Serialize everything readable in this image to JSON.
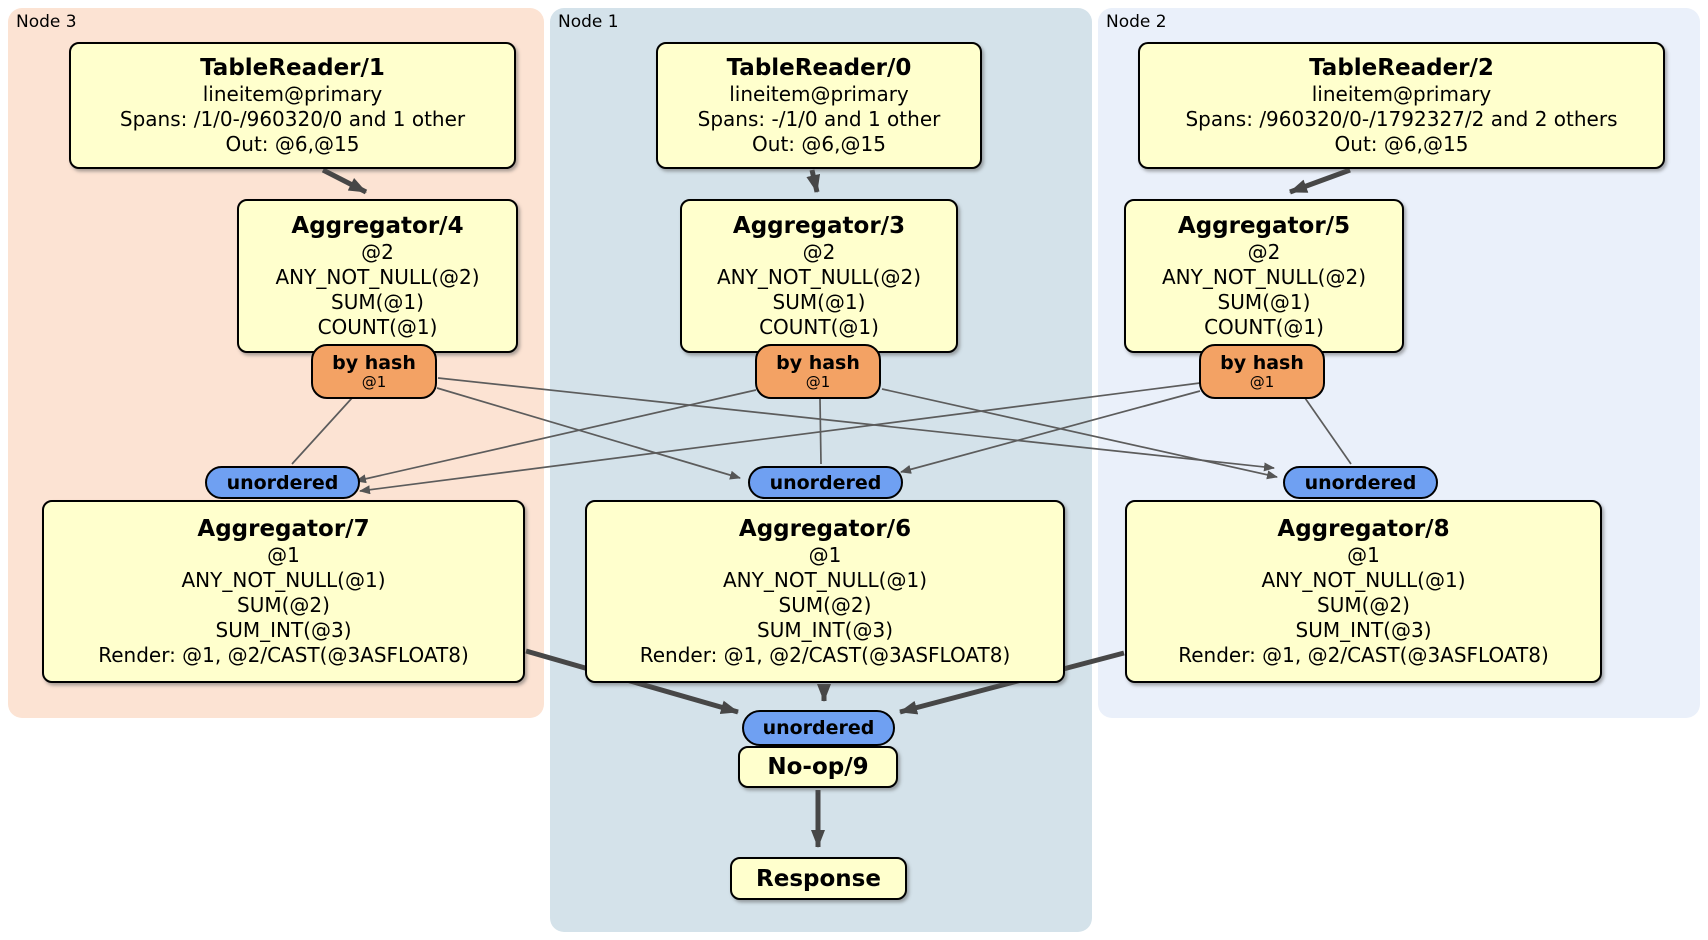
{
  "diagram": {
    "regions": {
      "node3": {
        "label": "Node 3",
        "color": "#fce3d3"
      },
      "node1": {
        "label": "Node 1",
        "color": "#d4e2ea"
      },
      "node2": {
        "label": "Node 2",
        "color": "#eaf0fa"
      }
    },
    "processors": {
      "tablereader1": {
        "title": "TableReader/1",
        "details": [
          "lineitem@primary",
          "Spans: /1/0-/960320/0 and 1 other",
          "Out: @6,@15"
        ]
      },
      "tablereader0": {
        "title": "TableReader/0",
        "details": [
          "lineitem@primary",
          "Spans: -/1/0 and 1 other",
          "Out: @6,@15"
        ]
      },
      "tablereader2": {
        "title": "TableReader/2",
        "details": [
          "lineitem@primary",
          "Spans: /960320/0-/1792327/2 and 2 others",
          "Out: @6,@15"
        ]
      },
      "aggregator4": {
        "title": "Aggregator/4",
        "details": [
          "@2",
          "ANY_NOT_NULL(@2)",
          "SUM(@1)",
          "COUNT(@1)"
        ]
      },
      "aggregator3": {
        "title": "Aggregator/3",
        "details": [
          "@2",
          "ANY_NOT_NULL(@2)",
          "SUM(@1)",
          "COUNT(@1)"
        ]
      },
      "aggregator5": {
        "title": "Aggregator/5",
        "details": [
          "@2",
          "ANY_NOT_NULL(@2)",
          "SUM(@1)",
          "COUNT(@1)"
        ]
      },
      "aggregator7": {
        "title": "Aggregator/7",
        "details": [
          "@1",
          "ANY_NOT_NULL(@1)",
          "SUM(@2)",
          "SUM_INT(@3)",
          "Render: @1, @2/CAST(@3ASFLOAT8)"
        ]
      },
      "aggregator6": {
        "title": "Aggregator/6",
        "details": [
          "@1",
          "ANY_NOT_NULL(@1)",
          "SUM(@2)",
          "SUM_INT(@3)",
          "Render: @1, @2/CAST(@3ASFLOAT8)"
        ]
      },
      "aggregator8": {
        "title": "Aggregator/8",
        "details": [
          "@1",
          "ANY_NOT_NULL(@1)",
          "SUM(@2)",
          "SUM_INT(@3)",
          "Render: @1, @2/CAST(@3ASFLOAT8)"
        ]
      },
      "noop": {
        "title": "No-op/9"
      },
      "response": {
        "title": "Response"
      }
    },
    "router": {
      "label": "by hash",
      "detail": "@1"
    },
    "synchronizer": {
      "label": "unordered"
    },
    "colors": {
      "processor_box": "#ffffcd",
      "router": "#f3a264",
      "synchronizer": "#6fa0f2",
      "edge_thin": "#5c5c5c",
      "edge_thick": "#474747"
    }
  }
}
